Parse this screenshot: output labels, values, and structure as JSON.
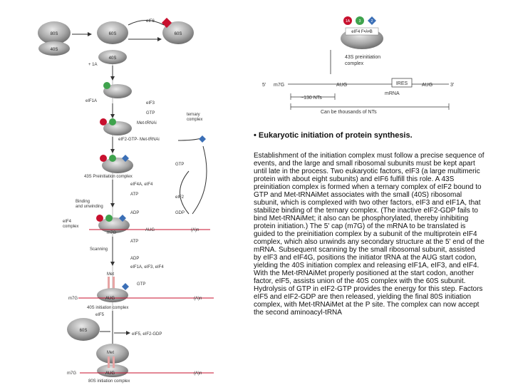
{
  "heading": "• Eukaryotic initiation of protein synthesis.",
  "paragraph": "Establishment of the initiation complex must follow a precise sequence of events, and the large and small ribosomal subunits must be kept apart until late in the process. Two eukaryotic factors, eIF3 (a large multimeric protein with about eight subunits) and eIF6 fulfill this role. A 43S preinitiation complex is formed when a ternary complex of eIF2 bound to GTP and Met-tRNAiMet associates with the small (40S) ribosomal subunit, which is complexed with two other factors, eIF3 and eIF1A, that stabilize binding of the ternary complex. (The inactive eIF2-GDP fails to bind Met-tRNAiMet; it also can be phosphorylated, thereby inhibiting protein initiation.) The 5' cap (m7G) of the mRNA to be translated is guided to the preinitiation complex by a subunit of the multiprotein eIF4 complex, which also unwinds any secondary structure at the 5' end of the mRNA. Subsequent scanning by the small ribosomal subunit, assisted by eIF3 and eIF4G, positions the initiator tRNA at the AUG start codon, yielding the 40S initiation complex and releasing eIF1A, eIF3, and eIF4. With the Met-tRNAiMet properly positioned at the start codon, another factor, eIF5, assists union of the 40S complex with the 60S subunit. Hydrolysis of GTP in eIF2-GTP provides the energy for this step. Factors eIF5 and eIF2-GDP are then released, yielding the final 80S initiation complex, with Met-tRNAiMet at the P site. The complex can now accept the second aminoacyl-tRNA",
  "diagram": {
    "ribosome_80s": "80S",
    "subunit_60s": "60S",
    "subunit_40s": "40S",
    "subunit_40s_b": "40S",
    "subunit_60s_top": "60S",
    "eif6": "eIF6",
    "plus_1a": "+ 1A",
    "eif1a": "eIF1A",
    "eif3": "eIF3",
    "gtp": "GTP",
    "met_trna": "Met-tRNAi",
    "ternary_complex": "ternary\ncomplex",
    "eif2_gtp_met": "eIF2-GTP- Met-tRNAi",
    "met_superscript": "Met",
    "preinit_43s": "43S Preinitiation complex",
    "eif4a4f": "eIF4A, eIF4",
    "atp": "ATP",
    "adp": "ADP",
    "binding_unwinding": "Binding\nand unwinding",
    "eif4_complex": "eIF4\ncomplex",
    "m7g": "m7G",
    "aug": "AUG",
    "an": "(A)n",
    "scanning": "Scanning",
    "release_factors": "eIF1A, eIF3, eIF4",
    "gtp_label": "GTP",
    "gdp_label": "GDP",
    "eif2": "eIF2",
    "met": "Met",
    "init_40s": "40S initiation complex",
    "eif5": "eIF5",
    "eif5_eif2gdp": "eIF5, eIF2-GDP",
    "init_80s": "80S initiation complex",
    "num_1a": "1A",
    "num_3": "3",
    "num_2": "2",
    "eif4fab_label": "eIF4 F•A•B",
    "preinit_43s_label": "43S preinitiation\ncomplex",
    "five_prime": "5'",
    "three_prime": "3'",
    "m7g_top": "m7G",
    "aug_a": "AUG",
    "ires": "IRES",
    "aug_b": "AUG",
    "mrna": "mRNA",
    "nts_130": "~130 NTs",
    "thousands_nts": "Can be thousands of NTs",
    "eif6_top": "eIF6"
  }
}
